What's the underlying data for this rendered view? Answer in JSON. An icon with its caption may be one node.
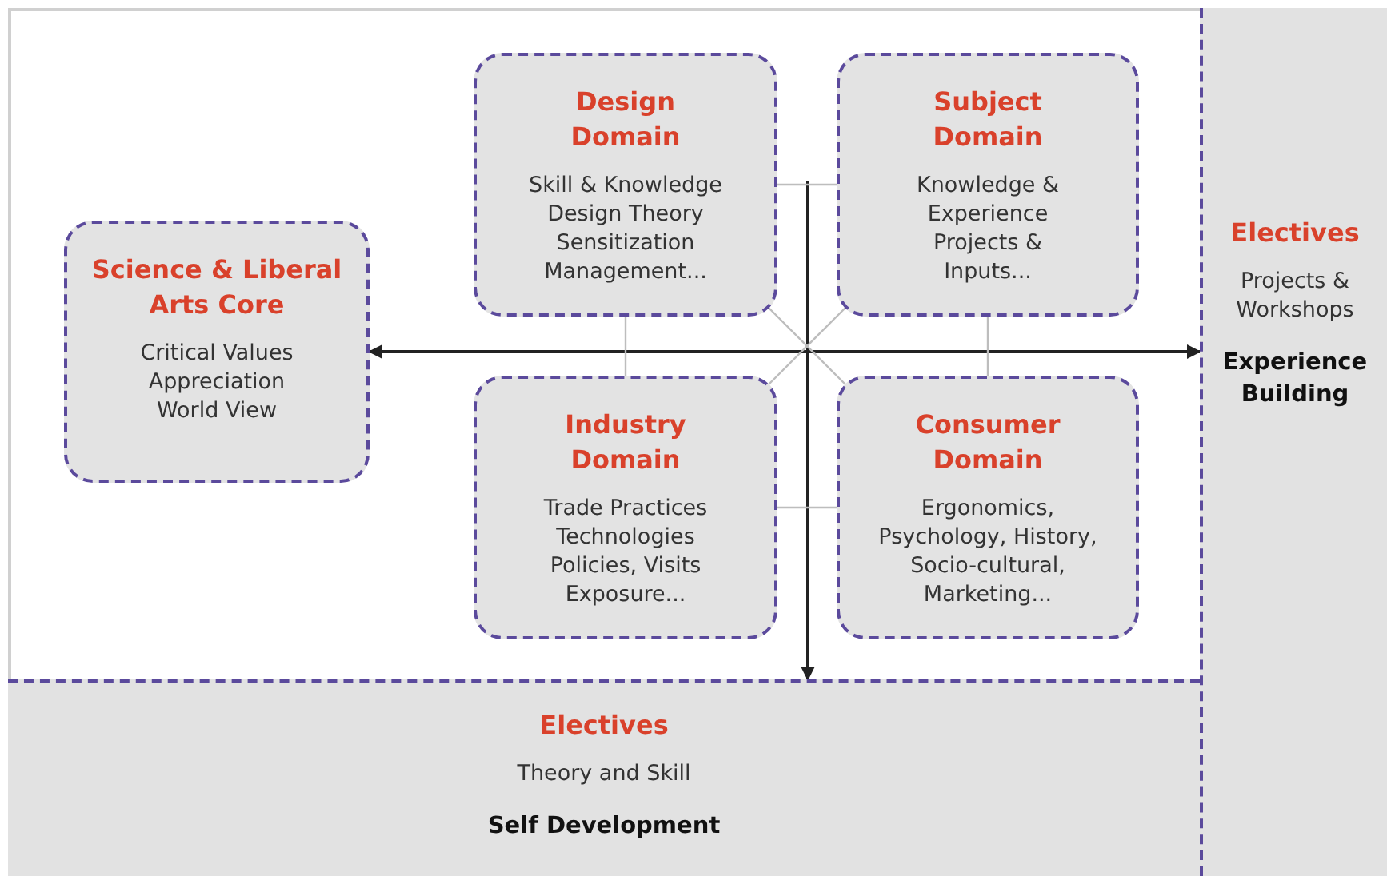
{
  "diagram": {
    "nodes": [
      {
        "text": [
          "Science & Liberal Arts Core",
          "Critical Values Appreciation World View"
        ]
      },
      {
        "text": [
          "Design Domain",
          "Skill & Knowledge Design Theory Sensitization Management..."
        ]
      },
      {
        "text": [
          "Subject Domain",
          "Knowledge & Experience Projects & Inputs..."
        ]
      },
      {
        "text": [
          "Industry Domain",
          "Trade Practices Technologies Policies, Visits Exposure..."
        ]
      },
      {
        "text": [
          "Consumer Domain",
          "Ergonomics, Psychology, History, Socio-cultural, Marketing..."
        ]
      },
      {
        "text": [
          "Electives",
          "Projects & Workshops",
          "Experience Building"
        ]
      },
      {
        "text": [
          "Electives",
          "Theory and Skill",
          "Self Development"
        ]
      }
    ],
    "edges": [
      {
        "from": 0,
        "to": 5,
        "arrow": "both",
        "color": "#222222"
      },
      {
        "from": null,
        "to": 6,
        "arrow": "to",
        "color": "#222222"
      },
      {
        "from": 1,
        "to": 2,
        "arrow": "none"
      },
      {
        "from": 1,
        "to": 3,
        "arrow": "none"
      },
      {
        "from": 2,
        "to": 4,
        "arrow": "none"
      },
      {
        "from": 3,
        "to": 4,
        "arrow": "none"
      },
      {
        "from": 1,
        "to": 4,
        "arrow": "none"
      },
      {
        "from": 2,
        "to": 3,
        "arrow": "none"
      }
    ]
  }
}
